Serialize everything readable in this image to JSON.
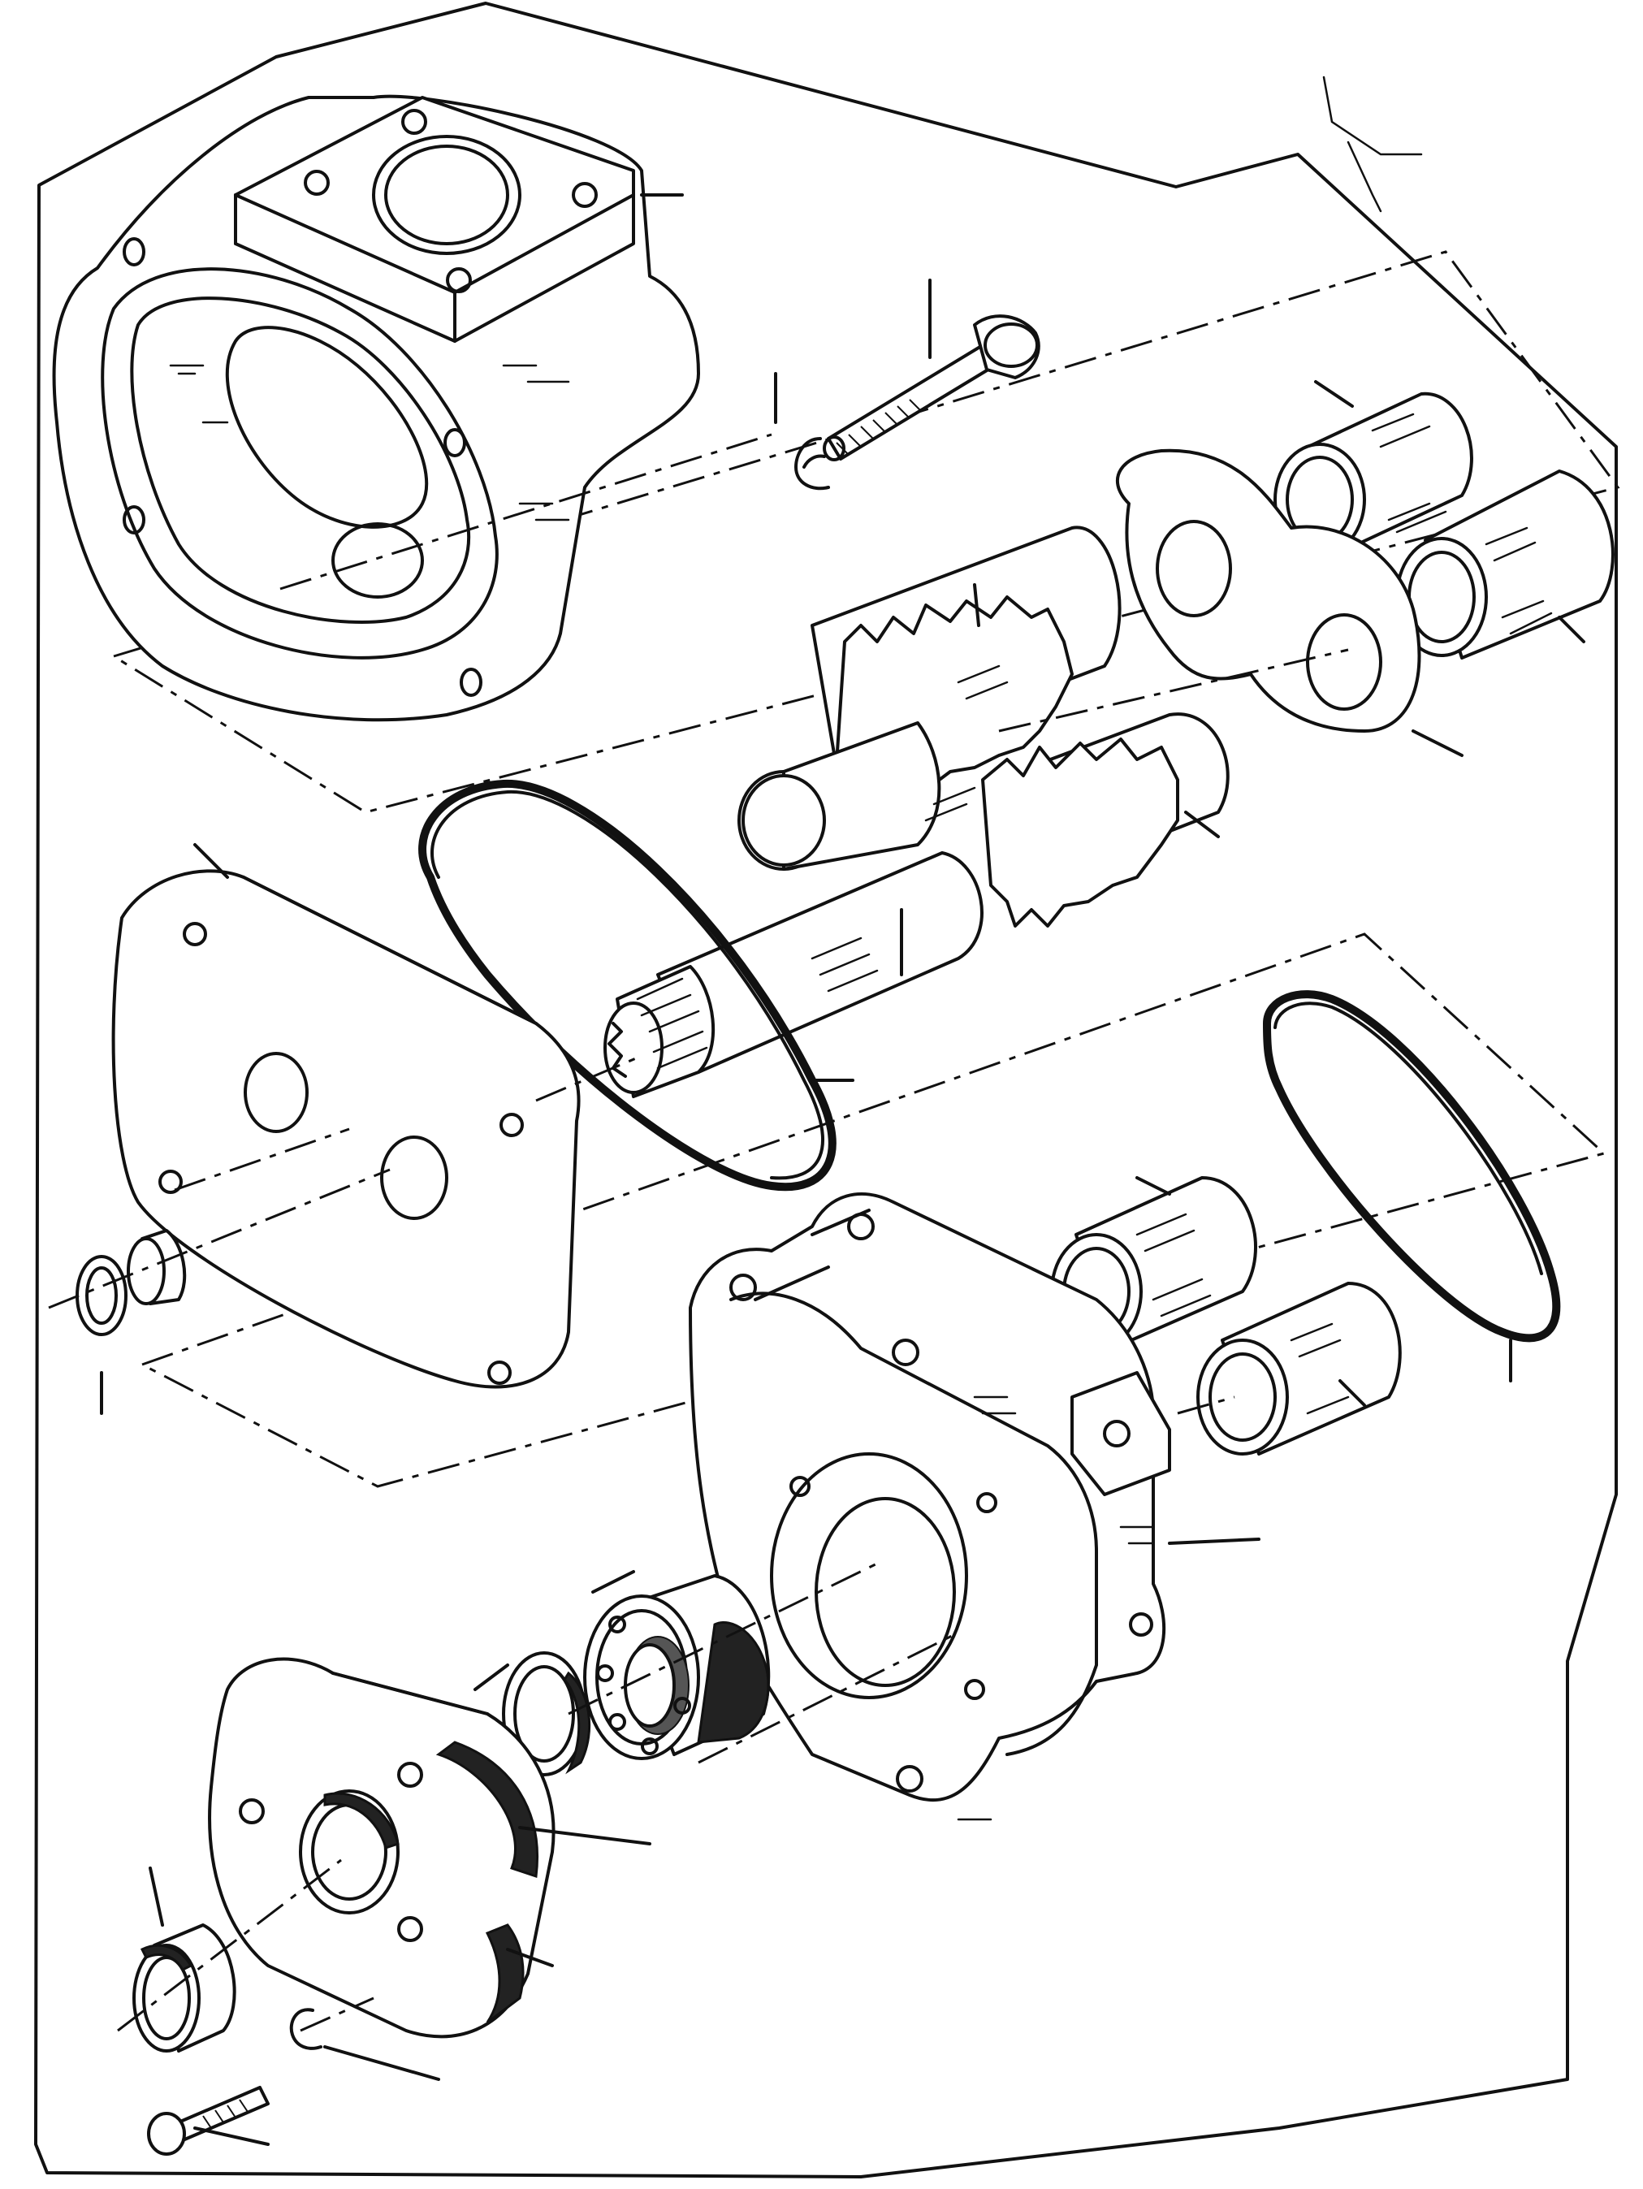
{
  "diagram": {
    "parts": [
      {
        "id": "rear-housing",
        "name": "rear-housing"
      },
      {
        "id": "long-bolt",
        "name": "long-bolt"
      },
      {
        "id": "bolt-washer",
        "name": "bolt-washer"
      },
      {
        "id": "bushing-upper-left",
        "name": "bushing"
      },
      {
        "id": "bushing-upper-right",
        "name": "bushing"
      },
      {
        "id": "wear-plate",
        "name": "wear-plate"
      },
      {
        "id": "driven-gear",
        "name": "driven-gear"
      },
      {
        "id": "drive-gear-shaft",
        "name": "drive-gear-shaft"
      },
      {
        "id": "gear-body-seal",
        "name": "body-seal"
      },
      {
        "id": "cover-plate",
        "name": "cover-plate"
      },
      {
        "id": "plate-seal-ring",
        "name": "seal-ring"
      },
      {
        "id": "plate-plug",
        "name": "plug"
      },
      {
        "id": "front-seal",
        "name": "body-seal"
      },
      {
        "id": "bushing-lower-left",
        "name": "bushing"
      },
      {
        "id": "bushing-lower-right",
        "name": "bushing"
      },
      {
        "id": "front-housing",
        "name": "front-housing"
      },
      {
        "id": "ball-bearing",
        "name": "ball-bearing"
      },
      {
        "id": "retaining-ring",
        "name": "retaining-ring"
      },
      {
        "id": "mounting-flange",
        "name": "mounting-flange"
      },
      {
        "id": "shaft-seal",
        "name": "shaft-seal"
      },
      {
        "id": "flange-washer",
        "name": "washer"
      },
      {
        "id": "cap-screw",
        "name": "cap-screw"
      }
    ]
  }
}
